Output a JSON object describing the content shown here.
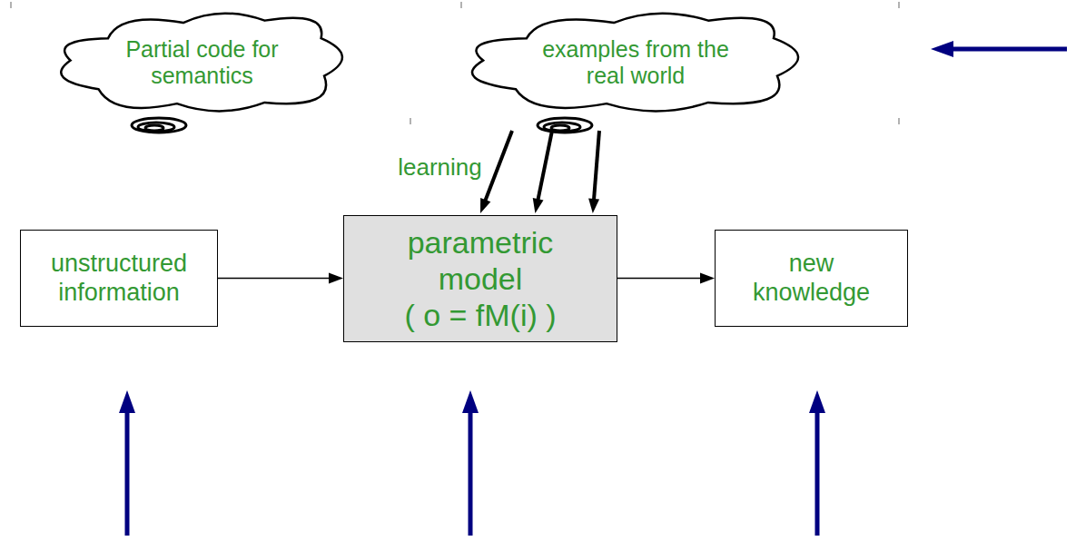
{
  "diagram": {
    "nodes": [
      {
        "text": [
          "Partial code for semantics"
        ]
      },
      {
        "text": [
          "examples from the real world"
        ]
      },
      {
        "text": [
          "unstructured information"
        ]
      },
      {
        "text": [
          "parametric model",
          "( o = fM(i) )"
        ]
      },
      {
        "text": [
          "new knowledge"
        ]
      }
    ],
    "edges": [
      {
        "from": 1,
        "to": 3,
        "arrow": "to",
        "label": "learning"
      },
      {
        "from": 1,
        "to": 3,
        "arrow": "to"
      },
      {
        "from": 1,
        "to": 3,
        "arrow": "to"
      },
      {
        "from": 2,
        "to": 3,
        "arrow": "to"
      },
      {
        "from": 3,
        "to": 4,
        "arrow": "to"
      }
    ]
  }
}
